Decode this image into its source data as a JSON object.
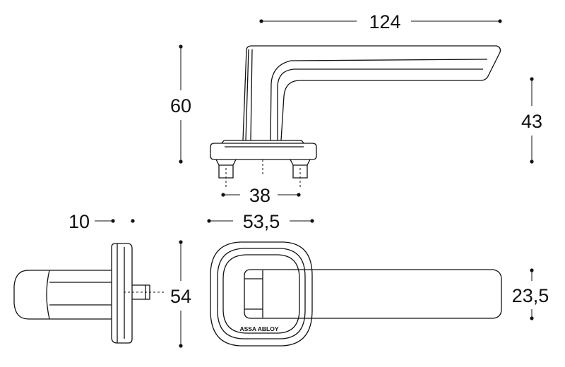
{
  "dimensions": {
    "handle_length": "124",
    "handle_height": "60",
    "grip_height": "43",
    "pin_spacing": "38",
    "rose_thickness": "10",
    "rose_width": "53,5",
    "rose_height": "54",
    "grip_width": "23,5"
  },
  "logo": "ASSA ABLOY"
}
